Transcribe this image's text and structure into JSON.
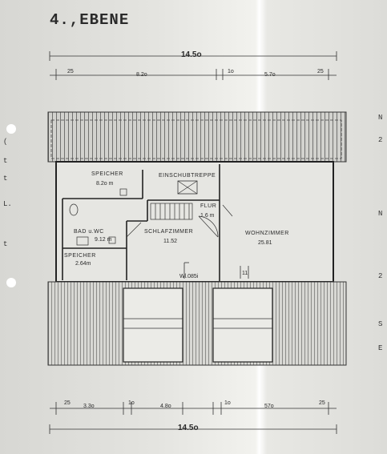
{
  "title": "4.,EBENE",
  "rooms": {
    "speicher_top": {
      "name": "SPEICHER",
      "area": "8.2o m"
    },
    "einschubtreppe": {
      "name": "EINSCHUBTREPPE"
    },
    "flur": {
      "name": "FLUR",
      "area": "1.6 m"
    },
    "bad": {
      "name": "BAD u.WC",
      "area": "9.12 m"
    },
    "schlafzimmer": {
      "name": "SCHLAFZIMMER",
      "area": "11.52"
    },
    "wohnzimmer": {
      "name": "WOHNZIMMER",
      "area": "25.81"
    },
    "speicher_bottom": {
      "name": "SPEICHER",
      "area": "2.64m"
    },
    "window_note": {
      "text": "Wl.085i"
    }
  },
  "dimensions": {
    "top_total": "14.5o",
    "top_segments": [
      "25",
      "8.2o",
      "1o",
      "5.7o",
      "25"
    ],
    "bottom_total": "14.5o",
    "bottom_segments": [
      "25",
      "3.3o",
      "1o",
      "4.8o",
      "1o",
      "57o",
      "25"
    ],
    "small_label": "11"
  },
  "margin_marks": {
    "left": [
      "(",
      "t",
      "t",
      "L.",
      "t"
    ],
    "right": [
      "N",
      "2",
      "N",
      "2",
      "S",
      "E"
    ]
  }
}
